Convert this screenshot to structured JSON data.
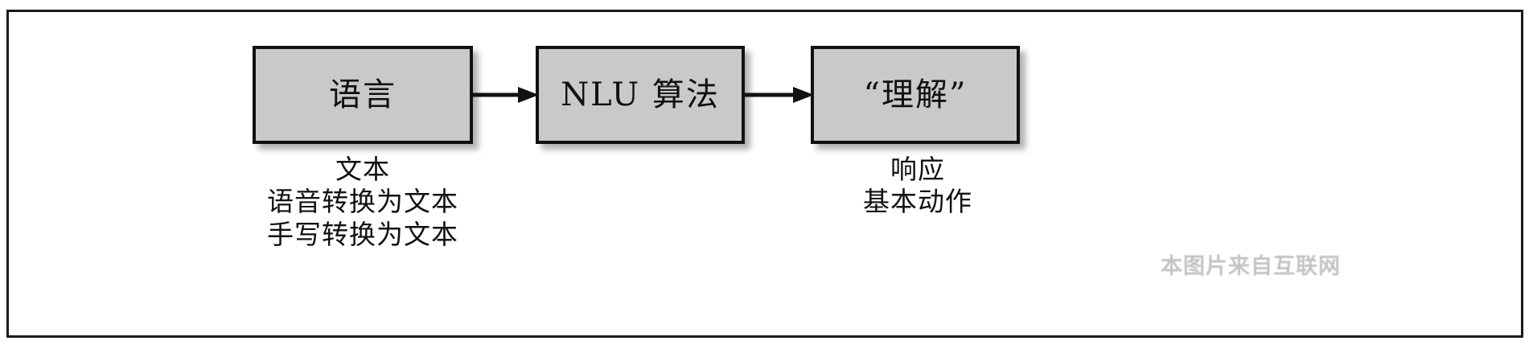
{
  "figure": {
    "title": "NLU flow diagram",
    "colors": {
      "box_fill": "#c9c9c9",
      "box_border": "#111111",
      "frame_border": "#1a1a1a",
      "text": "#111111",
      "background": "#ffffff",
      "watermark": "#b9b9b9"
    }
  },
  "boxes": [
    {
      "id": "language",
      "label": "语言"
    },
    {
      "id": "nlu",
      "label": "NLU 算法"
    },
    {
      "id": "understanding",
      "label": "“理解”"
    }
  ],
  "arrows": [
    {
      "id": "arrow-1",
      "from": "language",
      "to": "nlu",
      "direction": "right"
    },
    {
      "id": "arrow-2",
      "from": "nlu",
      "to": "understanding",
      "direction": "right"
    }
  ],
  "captions": {
    "input": {
      "lines": [
        "文本",
        "语音转换为文本",
        "手写转换为文本"
      ]
    },
    "output": {
      "lines": [
        "响应",
        "基本动作"
      ]
    }
  },
  "watermark": {
    "text": "本图片来自互联网"
  }
}
